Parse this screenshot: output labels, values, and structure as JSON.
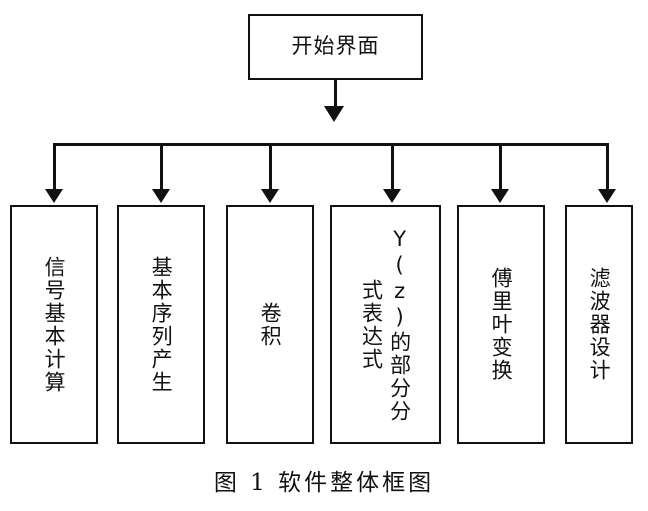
{
  "figure": {
    "caption": "图 1 软件整体框图",
    "root": {
      "label": "开始界面"
    },
    "children": [
      {
        "label": "信号基本计算"
      },
      {
        "label": "基本序列产生"
      },
      {
        "label": "卷积"
      },
      {
        "label": "Y(z)的部分分式表达式"
      },
      {
        "label": "傅里叶变换"
      },
      {
        "label": "滤波器设计"
      }
    ],
    "colors": {
      "stroke": "#111111",
      "background": "#ffffff",
      "text": "#111111"
    }
  }
}
